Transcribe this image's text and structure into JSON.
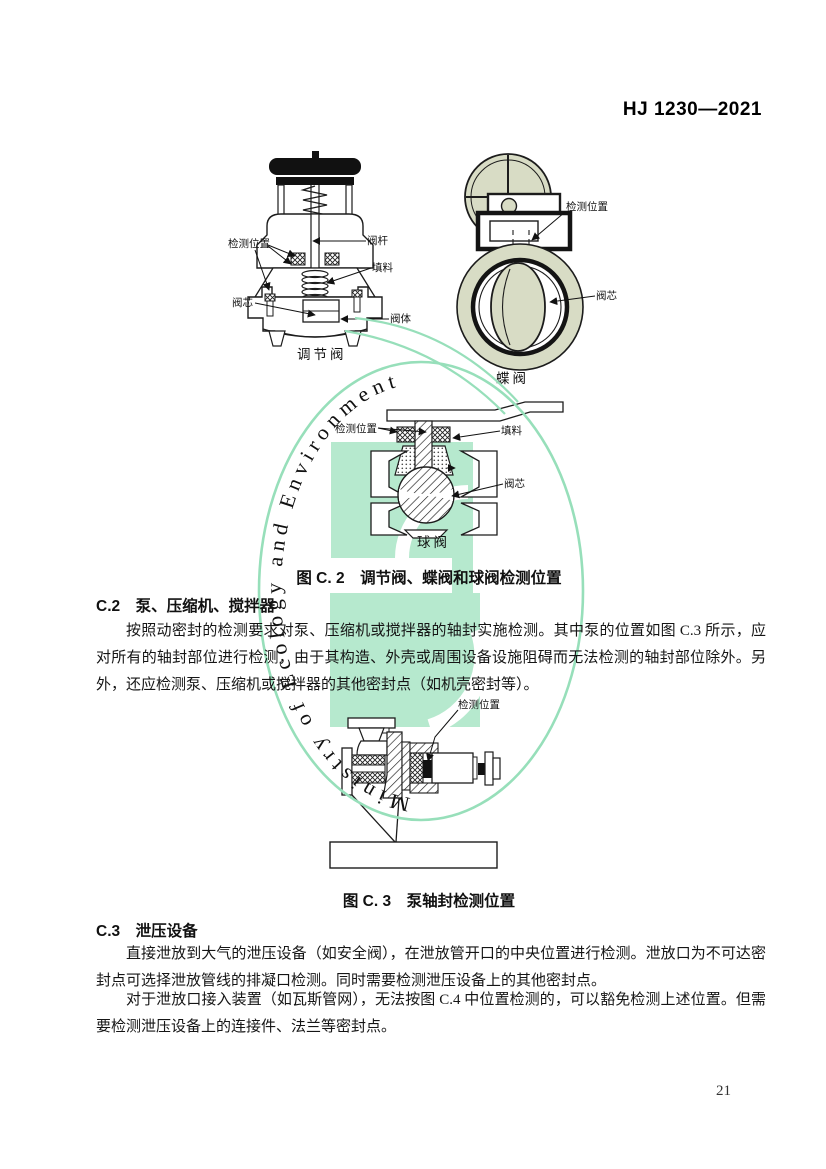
{
  "header": {
    "doc_number": "HJ 1230—2021"
  },
  "watermark": {
    "text": "Ministry of Ecology and Environment",
    "ring_color": "#97dfba",
    "logo_color": "#b6e9ce"
  },
  "figure_c2": {
    "caption": "图 C. 2　调节阀、蝶阀和球阀检测位置",
    "regulating_valve": {
      "name": "调节阀",
      "labels": {
        "detect": "检测位置",
        "stem": "阀杆",
        "packing": "填料",
        "plug": "阀芯",
        "body": "阀体"
      }
    },
    "butterfly_valve": {
      "name": "蝶阀",
      "labels": {
        "detect": "检测位置",
        "plug": "阀芯"
      }
    },
    "ball_valve": {
      "name": "球阀",
      "labels": {
        "detect": "检测位置",
        "packing": "填料",
        "plug": "阀芯"
      }
    }
  },
  "section_c2": {
    "heading": "C.2　泵、压缩机、搅拌器",
    "paragraph": "按照动密封的检测要求对泵、压缩机或搅拌器的轴封实施检测。其中泵的位置如图 C.3 所示，应对所有的轴封部位进行检测，由于其构造、外壳或周围设备设施阻碍而无法检测的轴封部位除外。另外，还应检测泵、压缩机或搅拌器的其他密封点（如机壳密封等）。"
  },
  "figure_c3": {
    "caption": "图 C. 3　泵轴封检测位置",
    "pump": {
      "labels": {
        "detect": "检测位置"
      }
    }
  },
  "section_c3": {
    "heading": "C.3　泄压设备",
    "paragraph1": "直接泄放到大气的泄压设备（如安全阀），在泄放管开口的中央位置进行检测。泄放口为不可达密封点可选择泄放管线的排凝口检测。同时需要检测泄压设备上的其他密封点。",
    "paragraph2": "对于泄放口接入装置（如瓦斯管网），无法按图 C.4 中位置检测的，可以豁免检测上述位置。但需要检测泄压设备上的连接件、法兰等密封点。"
  },
  "footer": {
    "page_number": "21"
  }
}
